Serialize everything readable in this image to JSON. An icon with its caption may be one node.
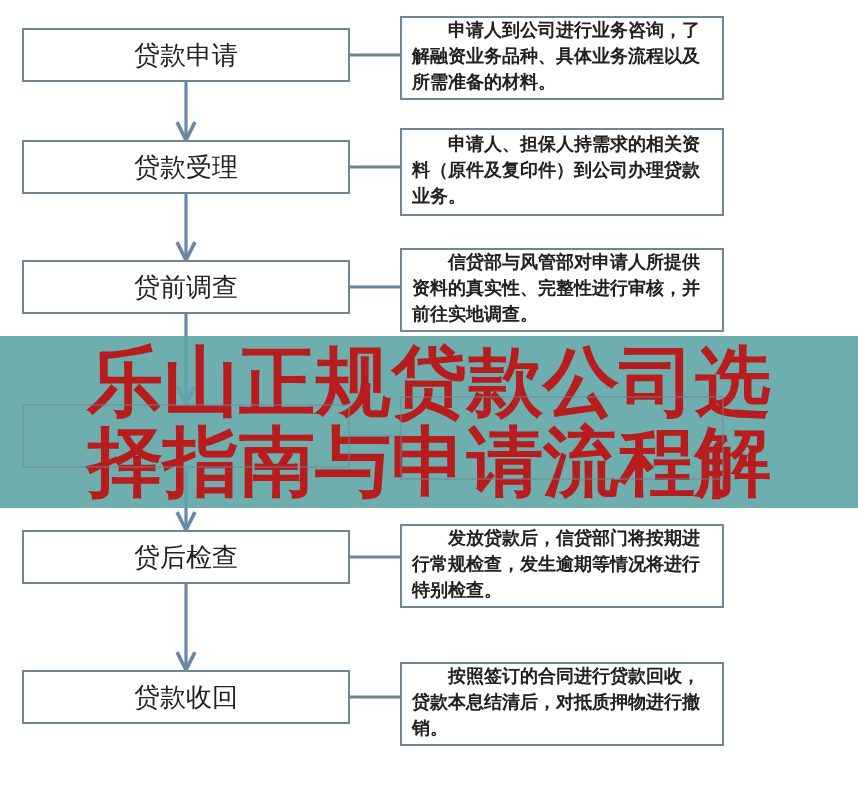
{
  "diagram": {
    "title": "乐山正规贷款公司选择指南与申请流程解",
    "nodes": [
      {
        "text": [
          "贷款申请"
        ]
      },
      {
        "text": [
          "申请人到公司进行业务咨询，了解融资业务品种、具体业务流程以及所需准备的材料。"
        ]
      },
      {
        "text": [
          "贷款受理"
        ]
      },
      {
        "text": [
          "申请人、担保人持需求的相关资料（原件及复印件）到公司办理贷款业务。"
        ]
      },
      {
        "text": [
          "贷前调查"
        ]
      },
      {
        "text": [
          "信贷部与风管部对申请人所提供资料的真实性、完整性进行审核，并前往实地调查。"
        ]
      },
      {
        "text": [],
        "shape": "box"
      },
      {
        "text": [],
        "shape": "box"
      },
      {
        "text": [
          "贷后检查"
        ]
      },
      {
        "text": [
          "发放贷款后，信贷部门将按期进行常规检查，发生逾期等情况将进行特别检查。"
        ]
      },
      {
        "text": [
          "贷款收回"
        ]
      },
      {
        "text": [
          "按照签订的合同进行贷款回收，贷款本息结清后，对抵质押物进行撤销。"
        ]
      }
    ],
    "edges": [
      {
        "from": 0,
        "to": 2,
        "arrow": "to"
      },
      {
        "from": 2,
        "to": 4,
        "arrow": "to"
      },
      {
        "from": 4,
        "to": 6,
        "arrow": "to"
      },
      {
        "from": 6,
        "to": 8,
        "arrow": "to"
      },
      {
        "from": 8,
        "to": 10,
        "arrow": "to"
      },
      {
        "from": 0,
        "to": 1,
        "arrow": "none"
      },
      {
        "from": 2,
        "to": 3,
        "arrow": "none"
      },
      {
        "from": 4,
        "to": 5,
        "arrow": "none"
      },
      {
        "from": 6,
        "to": 7,
        "arrow": "none"
      },
      {
        "from": 8,
        "to": 9,
        "arrow": "none"
      },
      {
        "from": 10,
        "to": 11,
        "arrow": "none"
      }
    ]
  }
}
